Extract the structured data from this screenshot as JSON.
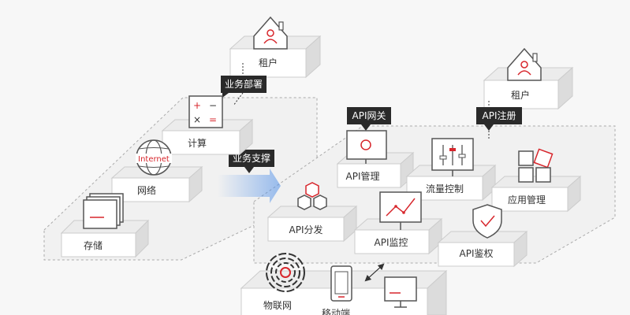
{
  "labels": {
    "tenant_left": "租户",
    "tenant_right": "租户",
    "business_deploy": "业务部署",
    "business_support": "业务支撑",
    "compute": "计算",
    "network": "网络",
    "storage": "存储",
    "api_gateway": "API网关",
    "api_register": "API注册",
    "api_manage": "API管理",
    "flow_control": "流量控制",
    "app_manage": "应用管理",
    "api_distribute": "API分发",
    "api_monitor": "API监控",
    "api_auth": "API鉴权",
    "iot": "物联网",
    "mobile": "移动端"
  },
  "icons": {
    "internet_text": "Internet",
    "compute_symbols": [
      "+",
      "−",
      "×",
      "="
    ]
  },
  "colors": {
    "accent": "#d7262c",
    "tag_bg": "#2a2a2a",
    "arrow_blue": "#4d8ee8"
  }
}
